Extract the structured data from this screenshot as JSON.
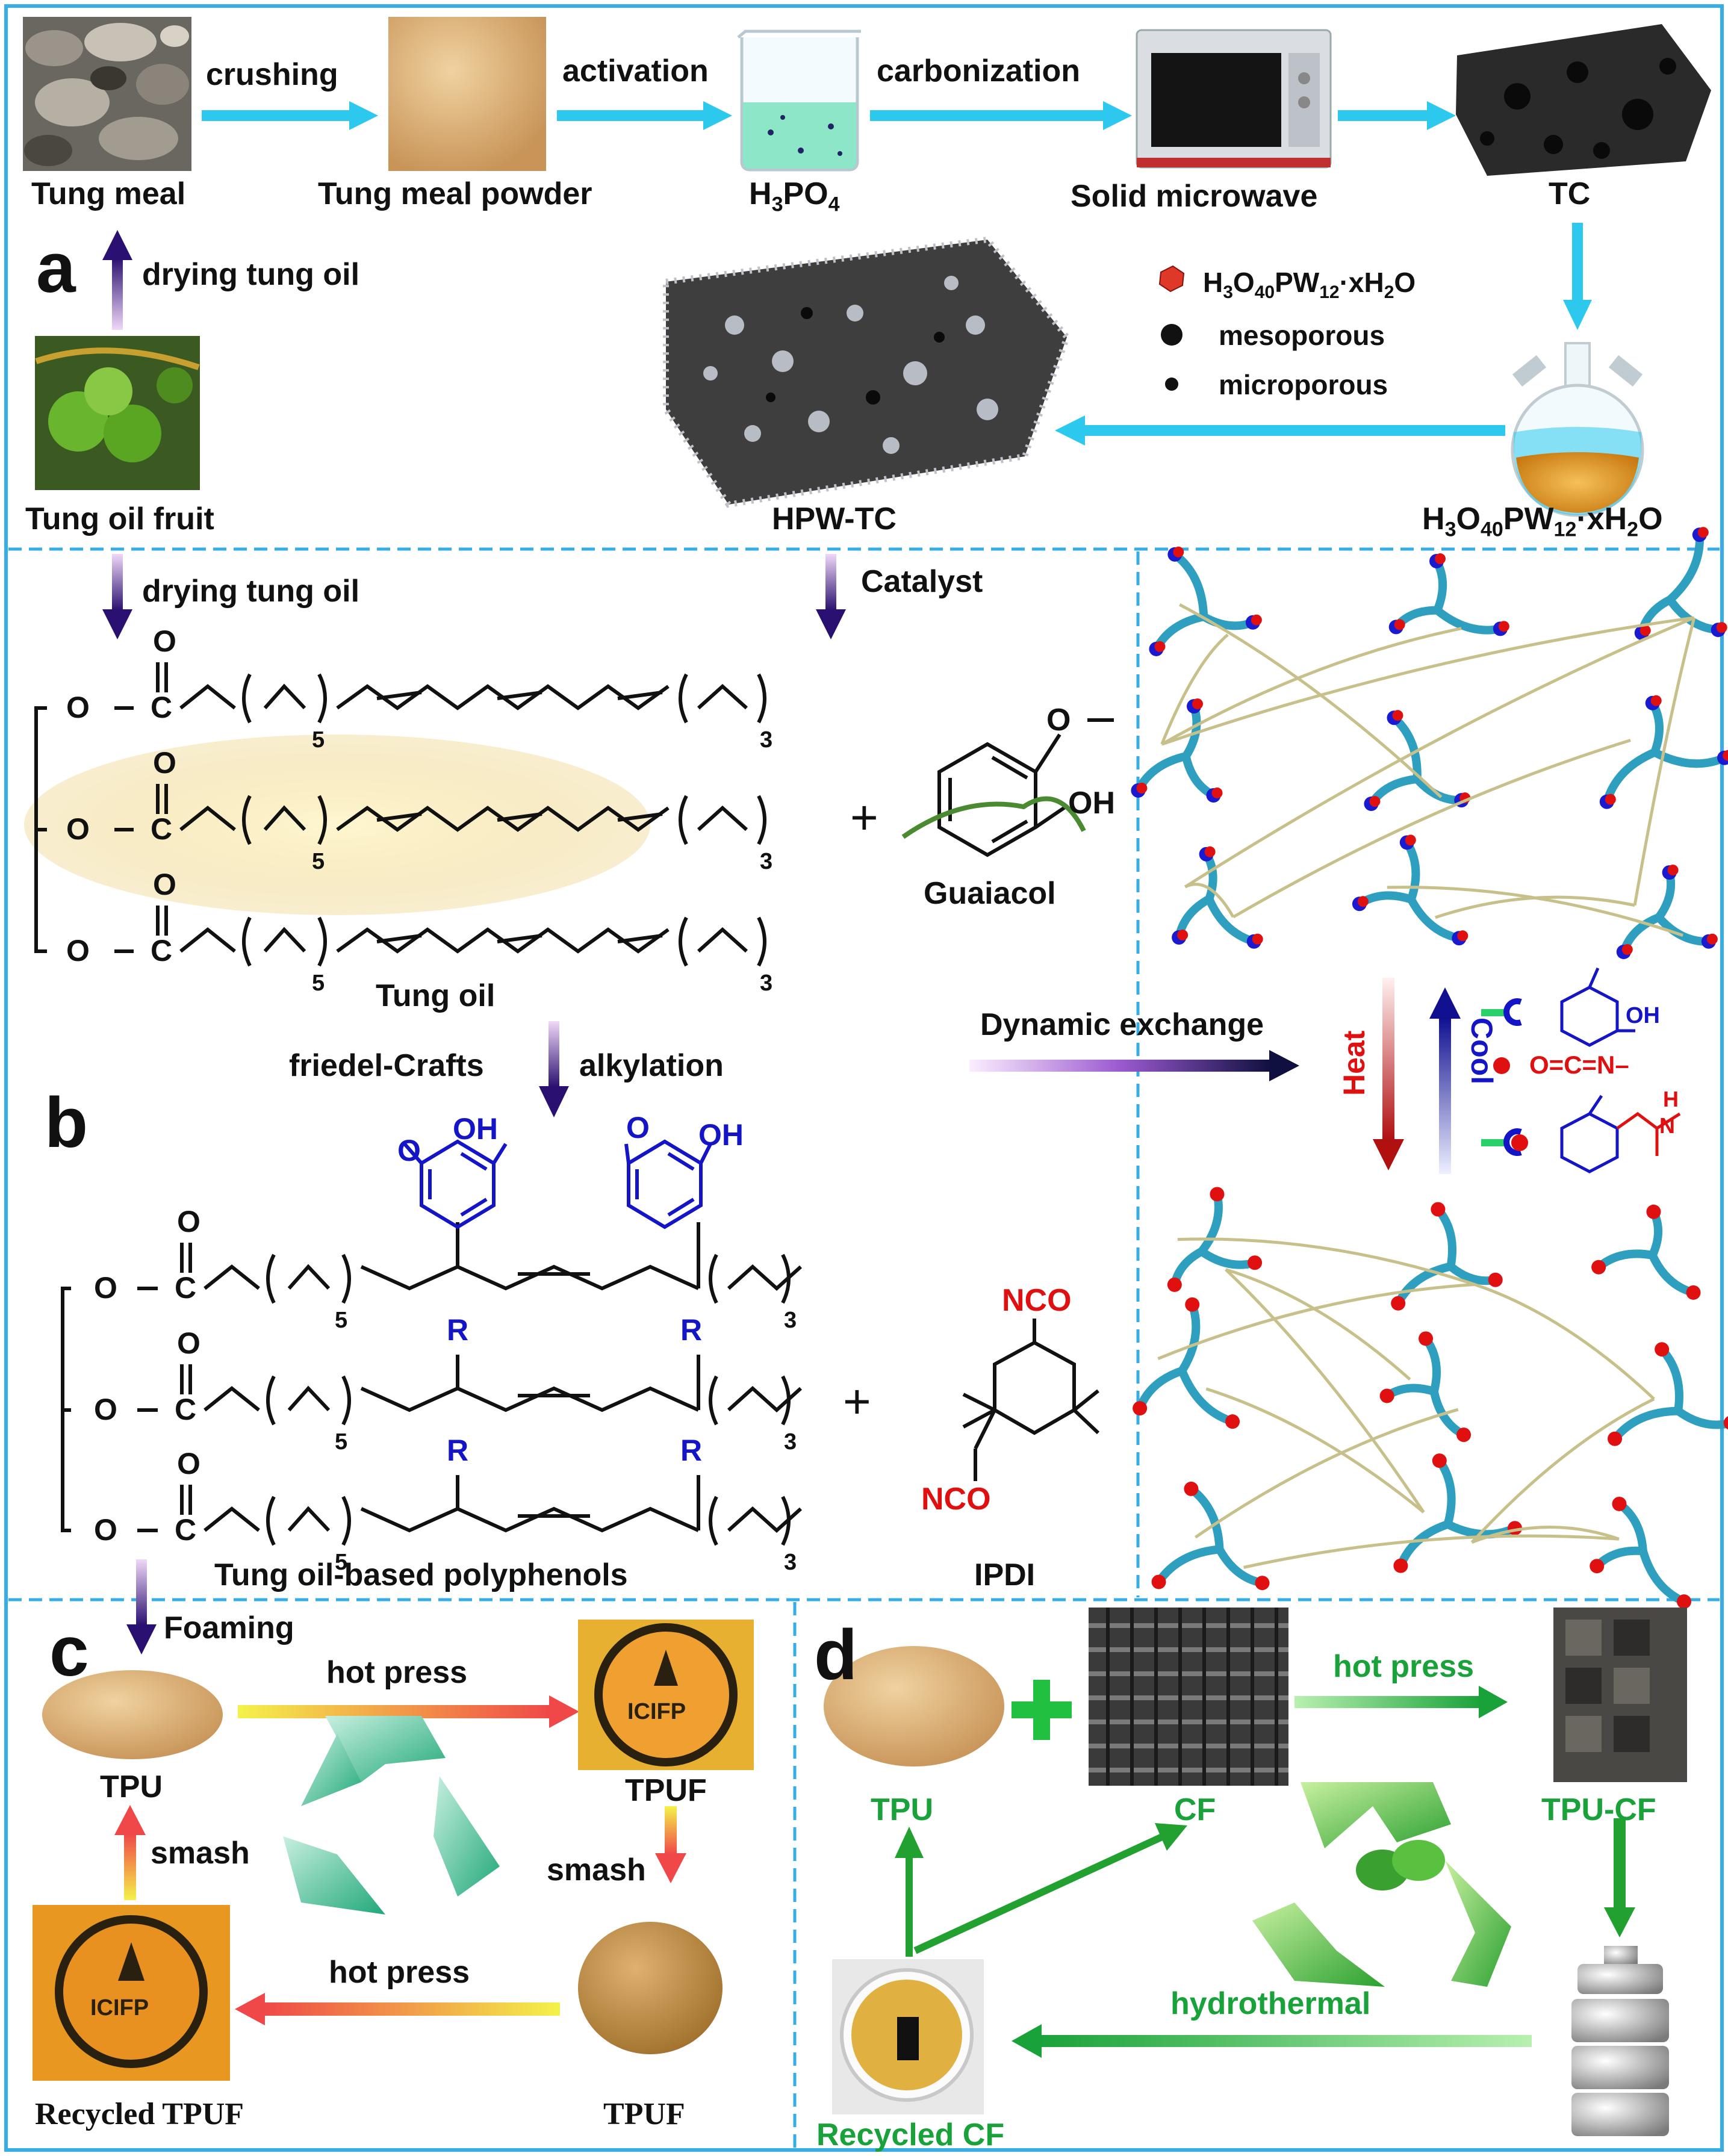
{
  "panel_a": {
    "letter": "a",
    "steps": [
      "Tung meal",
      "Tung meal powder",
      "TC"
    ],
    "arrows": [
      "crushing",
      "activation",
      "carbonization"
    ],
    "h3po4": {
      "main": "H",
      "s1": "3",
      "mid": "PO",
      "s2": "4"
    },
    "microwave": "Solid microwave",
    "drying_arrow": "drying tung oil",
    "fruit_label": "Tung oil fruit",
    "composite_label": "HPW-TC",
    "hpw": {
      "a": "H",
      "s1": "3",
      "b": "O",
      "s2": "40",
      "c": "PW",
      "s3": "12",
      "d": "·xH",
      "s4": "2",
      "e": "O"
    },
    "legend": {
      "mesoporous": "mesoporous",
      "microporous": "microporous"
    }
  },
  "panel_b": {
    "letter": "b",
    "drying_arrow": "drying tung oil",
    "catalyst_arrow": "Catalyst",
    "tung_oil_label": "Tung oil",
    "guaiacol_label": "Guaiacol",
    "reaction": {
      "left": "friedel-Crafts",
      "right": "alkylation"
    },
    "polyphenols_label": "Tung oil-based polyphenols",
    "ipdi_label": "IPDI",
    "dynamic_label": "Dynamic exchange",
    "heat_label": "Heat",
    "cool_label": "Cool",
    "chem": {
      "O": "O",
      "C": "C",
      "OH": "OH",
      "R": "R",
      "NCO": "NCO",
      "sub5": "5",
      "sub3": "3",
      "plus": "+",
      "isocyanate": "O=C=N–",
      "carbamate_H": "H",
      "carbamate_N": "N"
    }
  },
  "panel_c": {
    "letter": "c",
    "foaming": "Foaming",
    "hot_press_top": "hot press",
    "hot_press_bottom": "hot press",
    "smash_left": "smash",
    "smash_right": "smash",
    "tpu": "TPU",
    "tpuf_top": "TPUF",
    "tpuf_bottom": "TPUF",
    "recycled": "Recycled TPUF",
    "logo": "ICIFP"
  },
  "panel_d": {
    "letter": "d",
    "tpu": "TPU",
    "cf": "CF",
    "tpu_cf": "TPU-CF",
    "hot_press": "hot press",
    "hydrothermal": "hydrothermal",
    "recycled": "Recycled CF",
    "plus": "+"
  },
  "colors": {
    "frame": "#35aee8",
    "cyan_arrow": "#2cc8ee",
    "purple": "#3a1a8c",
    "green": "#1aa23a",
    "blue_chem": "#1515c8",
    "red_chem": "#e01010",
    "network": "#2f9fc0"
  }
}
